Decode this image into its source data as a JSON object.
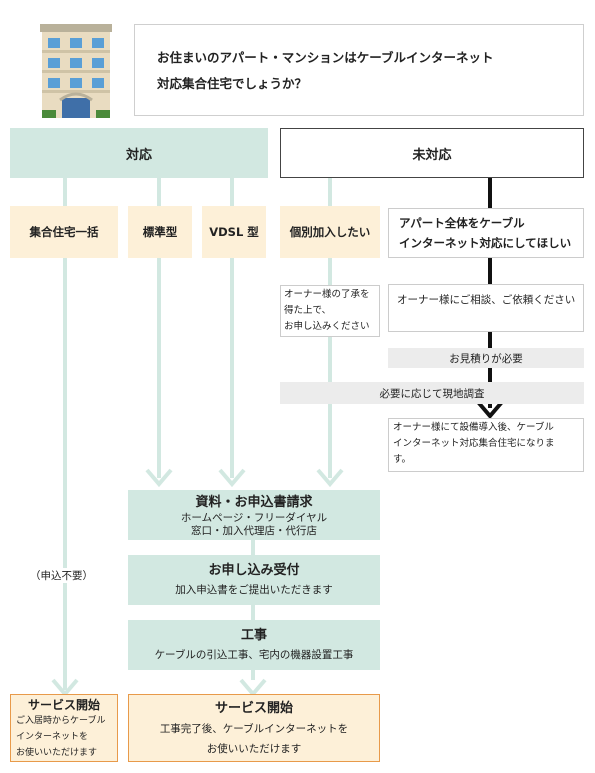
{
  "question": {
    "line1": "お住まいのアパート・マンションはケーブルインターネット",
    "line2": "対応集合住宅でしょうか？"
  },
  "header": {
    "supported": "対応",
    "unsupported": "未対応"
  },
  "types": {
    "bulk": "集合住宅一括",
    "standard": "標準型",
    "vdsl": "VDSL 型",
    "individual": "個別加入したい",
    "whole_line1": "アパート全体をケーブル",
    "whole_line2": "インターネット対応にしてほしい"
  },
  "notes": {
    "owner_consent_1": "オーナー様の了承を",
    "owner_consent_2": "得た上で、",
    "owner_consent_3": "お申し込みください",
    "consult": "オーナー様にご相談、ご依頼ください",
    "estimate": "お見積りが必要",
    "site_survey": "必要に応じて現地調査",
    "after_line1": "オーナー様にて設備導入後、ケーブル",
    "after_line2": "インターネット対応集合住宅になりま",
    "after_line3": "す。",
    "no_application": "（申込不要）"
  },
  "steps": {
    "request_title": "資料・お申込書請求",
    "request_sub1": "ホームページ・フリーダイヤル",
    "request_sub2": "窓口・加入代理店・代行店",
    "accept_title": "お申し込み受付",
    "accept_sub": "加入申込書をご提出いただきます",
    "work_title": "工事",
    "work_sub": "ケーブルの引込工事、宅内の機器設置工事",
    "start_title": "サービス開始",
    "start_sub1": "工事完了後、ケーブルインターネットを",
    "start_sub2": "お使いいただけます",
    "start_left_title": "サービス開始",
    "start_left_sub1": "ご入居時からケーブル",
    "start_left_sub2": "インターネットを",
    "start_left_sub3": "お使いいただけます"
  }
}
